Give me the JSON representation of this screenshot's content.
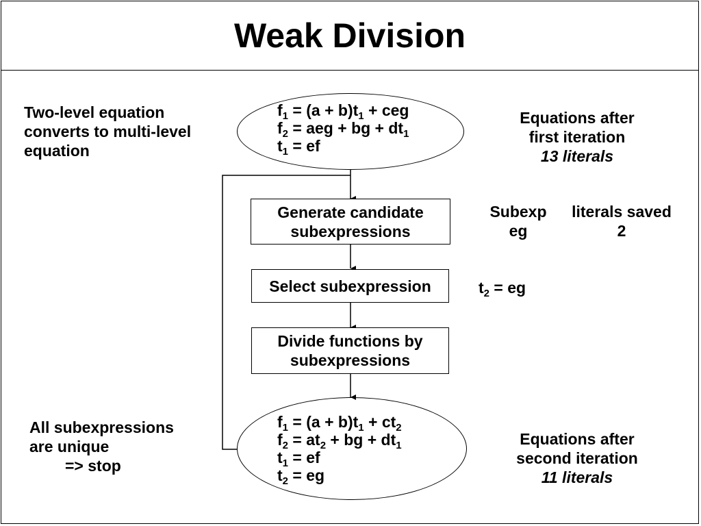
{
  "title": "Weak Division",
  "left_notes": {
    "top": [
      "Two-level equation",
      "converts to multi-level",
      "equation"
    ],
    "bottom": [
      "All subexpressions",
      "are unique",
      "=> stop"
    ]
  },
  "top_ellipse": {
    "eq1": {
      "f": "f",
      "fi": "1",
      "rhs_a": " = (a + b)t",
      "rhs_ai": "1",
      "rhs_b": " + ceg"
    },
    "eq2": {
      "f": "f",
      "fi": "2",
      "rhs_a": " = aeg + bg + dt",
      "rhs_ai": "1"
    },
    "eq3": {
      "f": "t",
      "fi": "1",
      "rhs_a": " = ef"
    }
  },
  "bottom_ellipse": {
    "eq1": {
      "f": "f",
      "fi": "1",
      "rhs_a": " = (a + b)t",
      "rhs_ai": "1",
      "rhs_b": " + ct",
      "rhs_bi": "2"
    },
    "eq2": {
      "f": "f",
      "fi": "2",
      "rhs_a": " = at",
      "rhs_ai": "2",
      "rhs_b": " + bg + dt",
      "rhs_bi": "1"
    },
    "eq3": {
      "f": "t",
      "fi": "1",
      "rhs_a": " = ef"
    },
    "eq4": {
      "f": "t",
      "fi": "2",
      "rhs_a": " = eg"
    }
  },
  "boxes": {
    "generate": [
      "Generate candidate",
      "subexpressions"
    ],
    "select": "Select subexpression",
    "divide": [
      "Divide functions by",
      "subexpressions"
    ]
  },
  "right_notes": {
    "first": {
      "line1": "Equations after",
      "line2": "first iteration",
      "literals": "13 literals"
    },
    "subexp_header": "Subexp",
    "subexp_value": "eg",
    "saved_header": "literals saved",
    "saved_value": "2",
    "t2": {
      "var": "t",
      "idx": "2",
      "rhs": " = eg"
    },
    "second": {
      "line1": "Equations after",
      "line2": "second iteration",
      "literals": "11 literals"
    }
  }
}
